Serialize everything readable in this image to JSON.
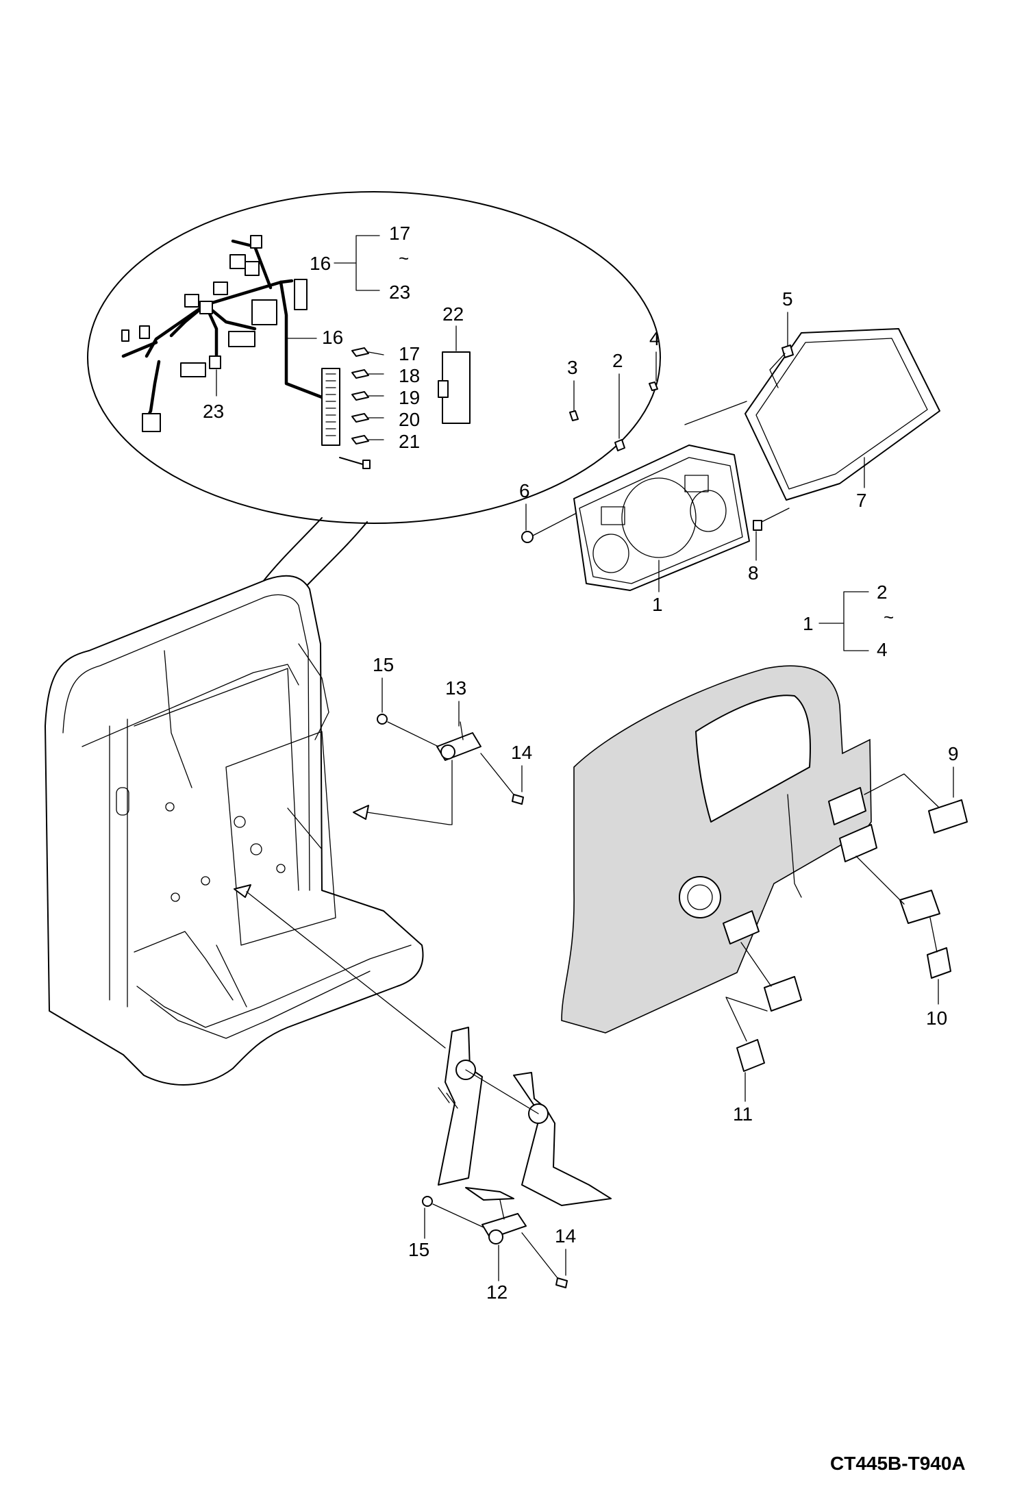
{
  "diagram": {
    "drawing_code": "CT445B-T940A",
    "group_marks": {
      "tilde": "~"
    },
    "callouts": {
      "c1": "1",
      "c1b": "1",
      "c2": "2",
      "c2b": "2",
      "c3": "3",
      "c4": "4",
      "c4b": "4",
      "c5": "5",
      "c6": "6",
      "c7": "7",
      "c8": "8",
      "c9": "9",
      "c10": "10",
      "c11": "11",
      "c12": "12",
      "c13": "13",
      "c14a": "14",
      "c14b": "14",
      "c15a": "15",
      "c15b": "15",
      "c16a": "16",
      "c16b": "16",
      "c17a": "17",
      "c17b": "17",
      "c18": "18",
      "c19": "19",
      "c20": "20",
      "c21": "21",
      "c22": "22",
      "c23a": "23",
      "c23b": "23"
    }
  }
}
